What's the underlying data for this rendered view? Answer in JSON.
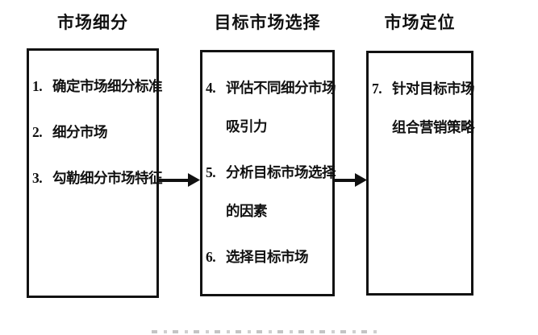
{
  "diagram": {
    "title_row": {
      "col1": "市场细分",
      "col2": "目标市场选择",
      "col3": "市场定位"
    },
    "columns": [
      {
        "header": "市场细分",
        "items": [
          {
            "number": "1.",
            "lines": [
              "确定市场细分标准"
            ]
          },
          {
            "number": "2.",
            "lines": [
              "细分市场"
            ]
          },
          {
            "number": "3.",
            "lines": [
              "勾勒细分市场特征"
            ]
          }
        ]
      },
      {
        "header": "目标市场选择",
        "items": [
          {
            "number": "4.",
            "lines": [
              "评估不同细分市场",
              "吸引力"
            ]
          },
          {
            "number": "5.",
            "lines": [
              "分析目标市场选择",
              "的因素"
            ]
          },
          {
            "number": "6.",
            "lines": [
              "选择目标市场"
            ]
          }
        ]
      },
      {
        "header": "市场定位",
        "items": [
          {
            "number": "7.",
            "lines": [
              "针对目标市场",
              "组合营销策略"
            ]
          }
        ]
      }
    ],
    "colors": {
      "background": "#ffffff",
      "text": "#111111",
      "box_border": "#121212",
      "arrow": "#111111"
    }
  }
}
